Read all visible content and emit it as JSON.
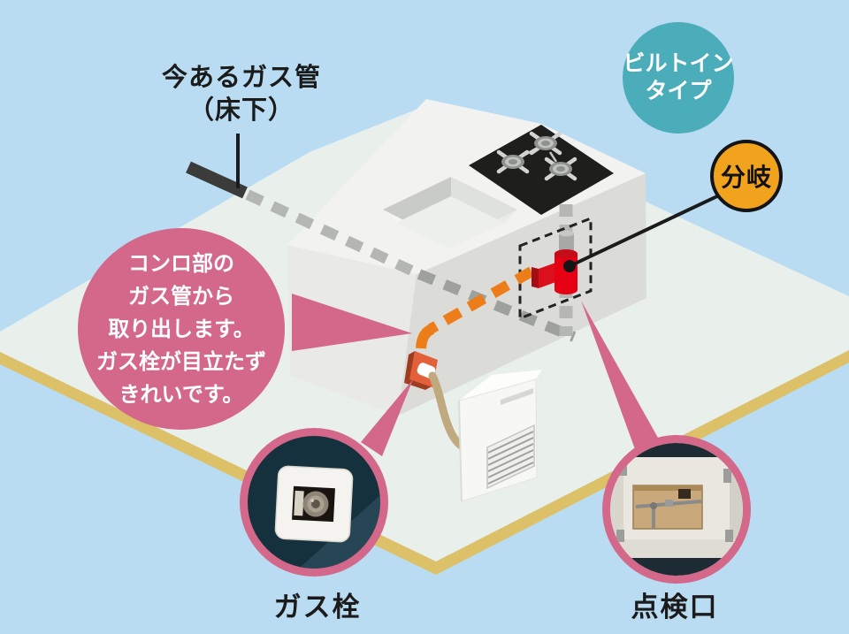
{
  "diagram": {
    "existing_pipe_label": "今あるガス管\n（床下）",
    "builtin_type_badge": "ビルトイン\nタイプ",
    "branch_badge": "分岐",
    "bubble_text": "コンロ部の\nガス管から\n取り出します。\nガス栓が目立たず\nきれいです。",
    "gas_tap_label": "ガス栓",
    "inspection_port_label": "点検口",
    "colors": {
      "background": "#b9dcf2",
      "floor": "#e9f0eb",
      "floor_edge": "#ddc169",
      "pink_accent": "#d4688a",
      "teal_badge": "#4badb9",
      "orange_badge": "#f2a31d",
      "new_pipe_orange": "#ed7d18",
      "branch_valve_red": "#e60013",
      "gas_tap_orange": "#e2603a",
      "hose_tan": "#c0a87f",
      "existing_pipe_gray": "#b3b6b3"
    }
  }
}
